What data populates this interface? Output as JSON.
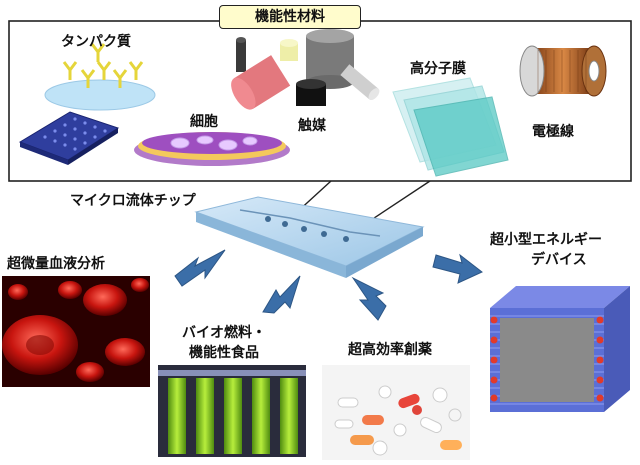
{
  "header": {
    "title": "機能性材料"
  },
  "materials": {
    "protein": "タンパク質",
    "cell": "細胞",
    "catalyst": "触媒",
    "polymer_membrane": "高分子膜",
    "electrode_wire": "電極線"
  },
  "chip": {
    "label": "マイクロ流体チップ"
  },
  "applications": {
    "blood_analysis": "超微量血液分析",
    "biofuel_line1": "バイオ燃料・",
    "biofuel_line2": "機能性食品",
    "drug_discovery": "超高効率創薬",
    "energy_line1": "超小型エネルギー",
    "energy_line2": "デバイス"
  },
  "colors": {
    "arrow": "#3b6ea8",
    "chip": "#b9d6ee",
    "blood": "#c21a16",
    "algae": "#8fd12a",
    "battery": "#5b6fd6"
  }
}
